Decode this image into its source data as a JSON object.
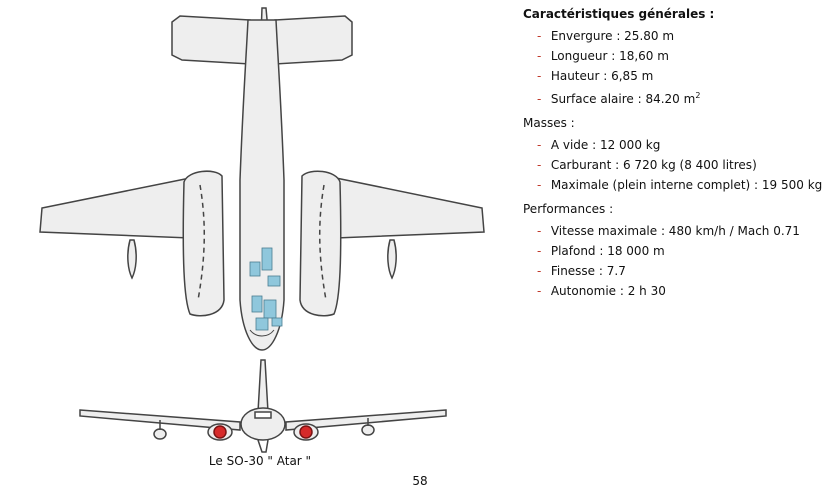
{
  "caption": "Le SO-30 \" Atar \"",
  "page_number": "58",
  "specs": {
    "general": {
      "title": "Caractéristiques générales :",
      "items": [
        {
          "label": "Envergure : 25.80 m"
        },
        {
          "label": "Longueur : 18,60 m"
        },
        {
          "label": "Hauteur : 6,85 m"
        },
        {
          "label": "Surface alaire : 84.20 m",
          "sup": "2"
        }
      ]
    },
    "masses": {
      "title": "Masses :",
      "items": [
        {
          "label": "A vide : 12 000 kg"
        },
        {
          "label": "Carburant : 6 720 kg (8 400 litres)"
        },
        {
          "label": "Maximale (plein interne complet) : 19 500 kg"
        }
      ]
    },
    "performances": {
      "title": "Performances :",
      "items": [
        {
          "label": "Vitesse maximale : 480 km/h / Mach 0.71"
        },
        {
          "label": "Plafond : 18 000 m"
        },
        {
          "label": "Finesse : 7.7"
        },
        {
          "label": "Autonomie : 2 h 30"
        }
      ]
    }
  },
  "colors": {
    "airframe_fill": "#eeeeee",
    "outline": "#444444",
    "cockpit_highlight": "#8fc7dc",
    "engine_intake": "#d62a2a",
    "bullet_dash": "#c0392b"
  }
}
